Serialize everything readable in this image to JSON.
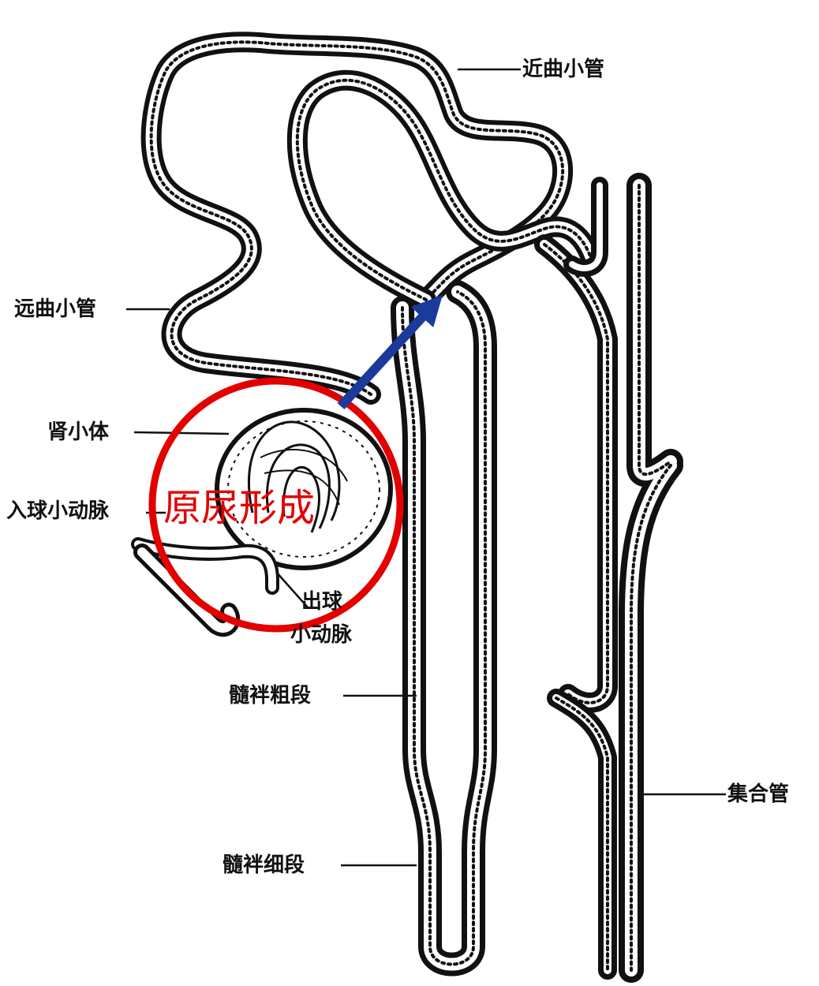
{
  "labels": {
    "proximal_tubule_top": "近曲小管",
    "proximal_tubule_left": "远曲小管",
    "renal_corpuscle": "肾小体",
    "afferent_arteriole": "入球小动脉",
    "efferent_arteriole_line1": "出球",
    "efferent_arteriole_line2": "小动脉",
    "loop_thick_segment": "髓袢粗段",
    "loop_thin_segment": "髓袢细段",
    "collecting_duct": "集合管"
  },
  "annotation": {
    "text": "原尿形成",
    "color": "#e30000"
  },
  "colors": {
    "highlight_circle": "#e30000",
    "arrow": "#1a3a9c",
    "tubule": "#111111",
    "background": "#ffffff"
  }
}
